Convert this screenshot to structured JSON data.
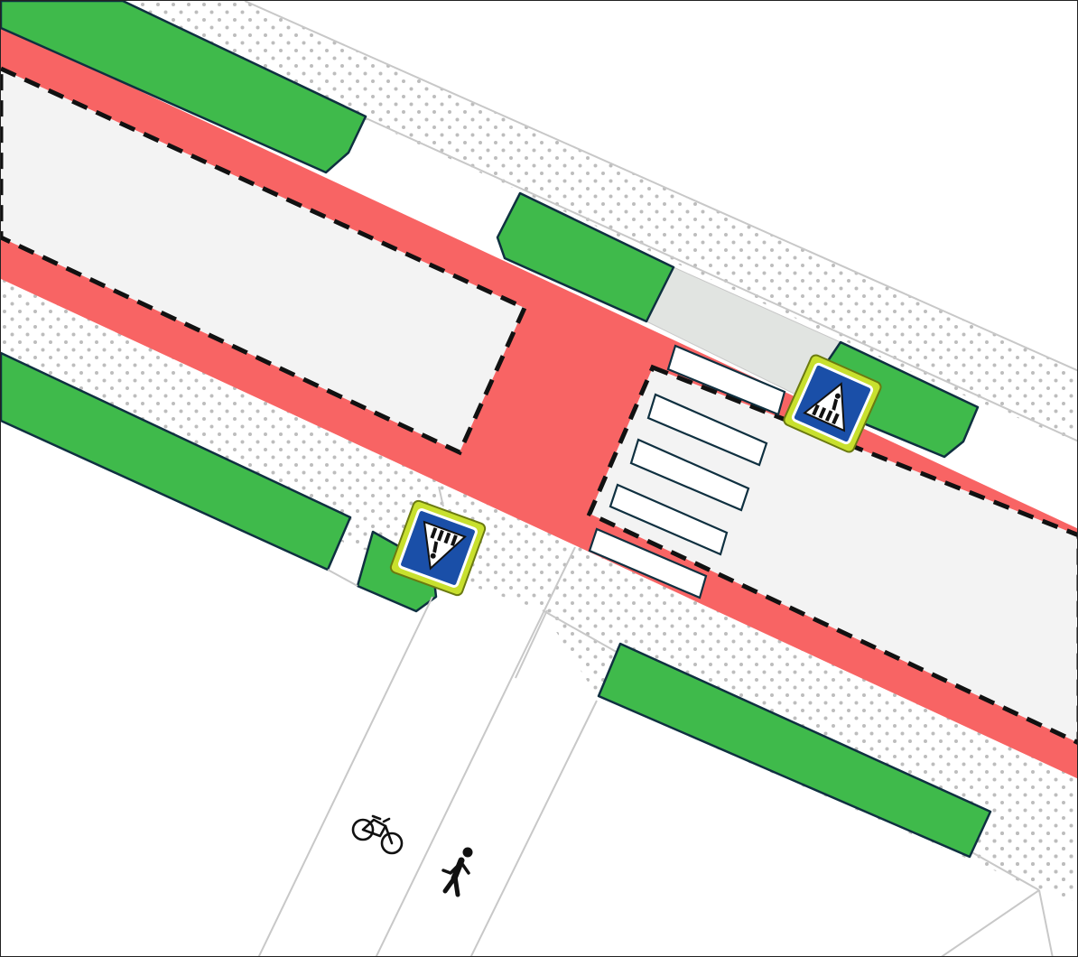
{
  "map": {
    "type": "street-crossing-plan",
    "colors": {
      "road": "#f86464",
      "road_island": "#f3f3f3",
      "green_verge": "#3fba4b",
      "green_outline": "#0f3040",
      "sidewalk_dots": "#bbbbbb",
      "grey_strip": "#e1e4e1",
      "path_line": "#c8c8c8",
      "sign_blue": "#1a4fa8",
      "sign_yellow": "#c8e02e"
    },
    "symbols": [
      {
        "id": "pedestrian-crossing-sign",
        "icon": "pedestrian-crossing-sign-icon",
        "count": 2
      },
      {
        "id": "bicycle",
        "icon": "bicycle-icon"
      },
      {
        "id": "pedestrian",
        "icon": "pedestrian-icon"
      }
    ],
    "zebra_stripes": 5
  }
}
